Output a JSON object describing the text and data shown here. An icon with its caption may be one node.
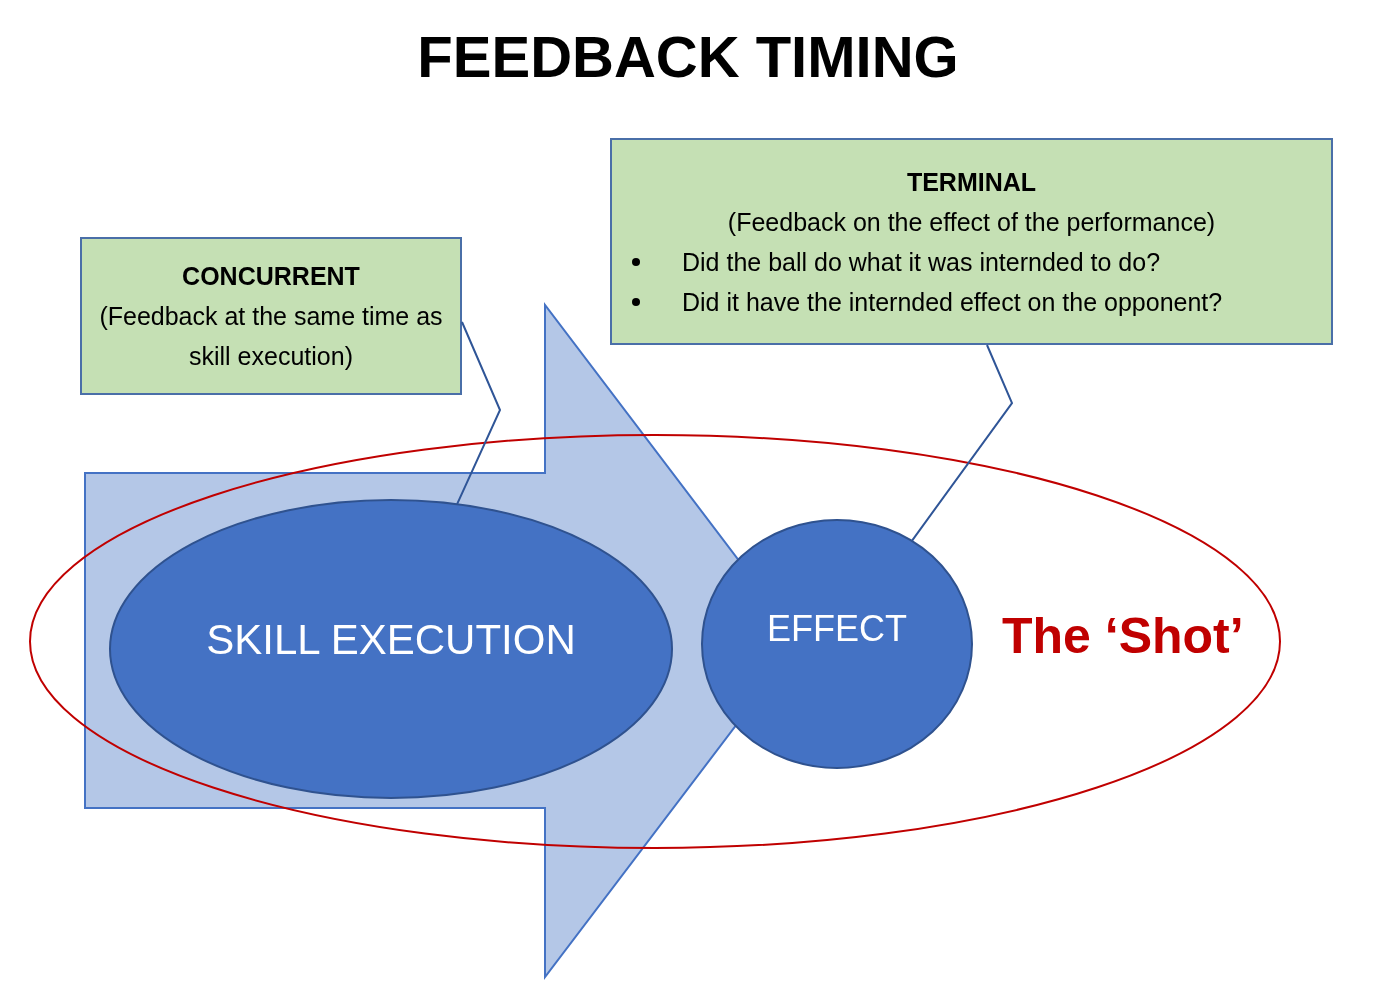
{
  "diagram": {
    "title": "FEEDBACK TIMING",
    "nodes": [
      {
        "text": [
          "CONCURRENT",
          "(Feedback at the same time as skill execution)"
        ]
      },
      {
        "text": [
          "TERMINAL",
          "(Feedback on the effect of the performance)",
          "Did the ball do what it was internded to do?",
          "Did it have the internded effect on the opponent?"
        ]
      },
      {
        "text": [],
        "shape": "arrow"
      },
      {
        "text": [
          "The ‘Shot’"
        ]
      },
      {
        "text": [
          "SKILL EXECUTION"
        ]
      },
      {
        "text": [
          "EFFECT"
        ],
        "in": 3
      }
    ],
    "edges": [
      {
        "from": 0,
        "to": 4,
        "arrow": "none"
      },
      {
        "from": 1,
        "to": 5,
        "arrow": "none"
      }
    ]
  }
}
